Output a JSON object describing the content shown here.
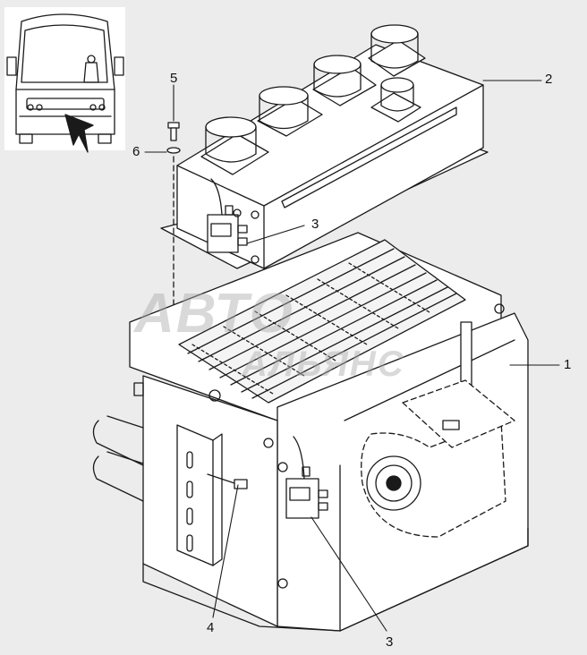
{
  "callouts": {
    "c1": "1",
    "c2": "2",
    "c3a": "3",
    "c3b": "3",
    "c4": "4",
    "c5": "5",
    "c6": "6"
  },
  "watermark": {
    "line1": "АВТО",
    "line2": "АЛЬЯНС"
  },
  "colors": {
    "background": "#ececec",
    "line": "#1a1a1a",
    "fill": "#ffffff"
  },
  "icons": {
    "bus": "bus-front-view-icon",
    "arrow": "view-direction-arrow-icon"
  }
}
